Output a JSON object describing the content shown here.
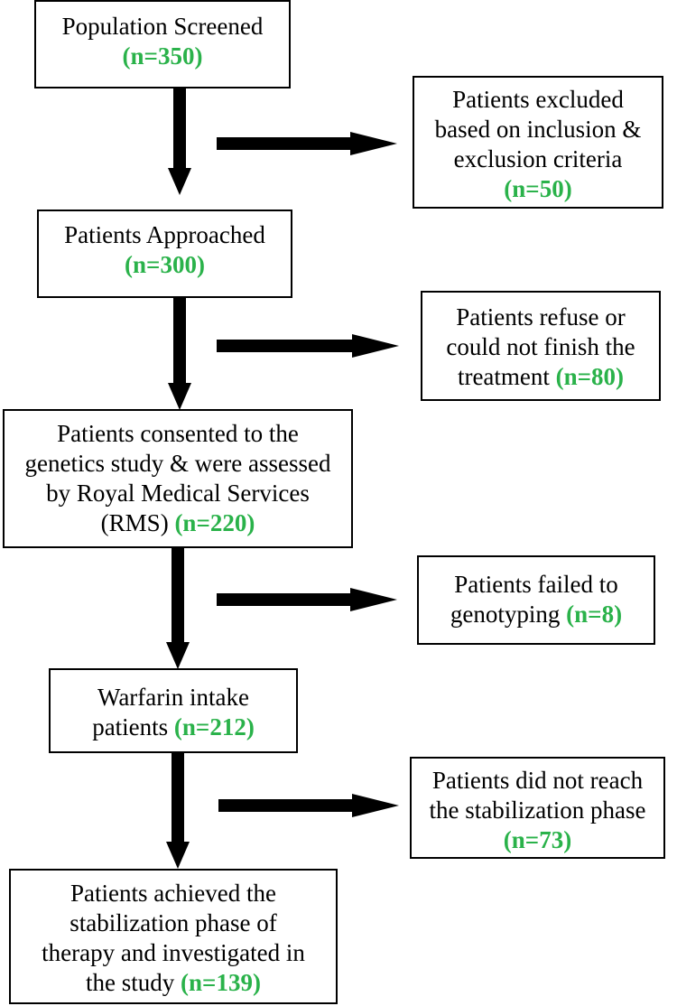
{
  "colors": {
    "count": "#2ab24a",
    "border": "#000000",
    "arrow": "#000000"
  },
  "boxes": {
    "screened": {
      "text": "Population Screened",
      "count": "(n=350)"
    },
    "approached": {
      "text": "Patients Approached",
      "count": "(n=300)"
    },
    "consented": {
      "line1": "Patients consented to the",
      "line2": "genetics study & were assessed",
      "line3": "by Royal Medical Services",
      "line4": "(RMS)",
      "count": "(n=220)"
    },
    "warfarin": {
      "line1": "Warfarin intake",
      "line2": "patients",
      "count": "(n=212)"
    },
    "achieved": {
      "line1": "Patients achieved the",
      "line2": "stabilization phase of",
      "line3": "therapy and investigated in",
      "line4": "the study",
      "count": "(n=139)"
    }
  },
  "exclusions": {
    "criteria": {
      "line1": "Patients excluded",
      "line2": "based on inclusion &",
      "line3": "exclusion criteria",
      "count": "(n=50)"
    },
    "refused": {
      "line1": "Patients refuse or",
      "line2": "could not finish the",
      "line3": "treatment",
      "count": "(n=80)"
    },
    "genotyping": {
      "line1": "Patients failed to",
      "line2": "genotyping",
      "count": "(n=8)"
    },
    "stabilization": {
      "line1": "Patients did not reach",
      "line2": "the stabilization phase",
      "count": "(n=73)"
    }
  }
}
